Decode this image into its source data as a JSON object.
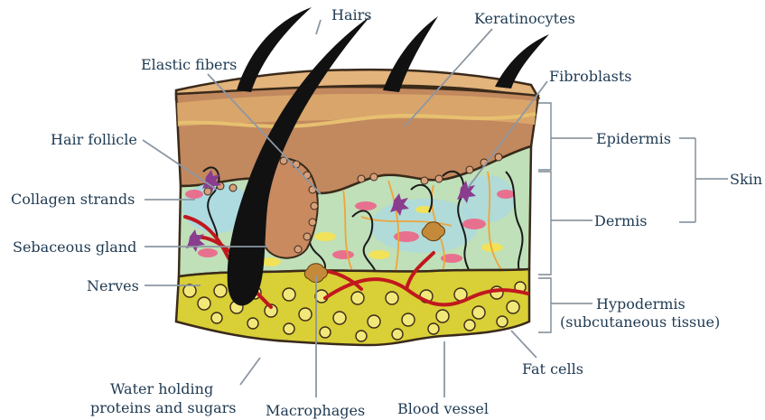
{
  "diagram": {
    "labels": {
      "hairs": "Hairs",
      "keratinocytes": "Keratinocytes",
      "elastic_fibers": "Elastic fibers",
      "fibroblasts": "Fibroblasts",
      "hair_follicle": "Hair follicle",
      "collagen_strands": "Collagen strands",
      "sebaceous_gland": "Sebaceous gland",
      "nerves": "Nerves",
      "water_holding_line1": "Water holding",
      "water_holding_line2": "proteins and sugars",
      "macrophages": "Macrophages",
      "blood_vessel": "Blood vessel",
      "fat_cells": "Fat cells",
      "epidermis": "Epidermis",
      "dermis": "Dermis",
      "hypodermis_line1": "Hypodermis",
      "hypodermis_line2": "(subcutaneous tissue)",
      "skin": "Skin"
    },
    "colors": {
      "epidermis_top": "#d9a56a",
      "epidermis_band": "#c98a52",
      "epidermis_lower": "#b57a5a",
      "dermis": "#b9dfc0",
      "dermis_blue": "#a9d9e6",
      "hypodermis": "#d9d23a",
      "blood_vessel": "#c0181e",
      "collagen_pink": "#e8708f",
      "fat_yellow": "#f1e25a",
      "hair": "#1a1a1a",
      "nerve_orange": "#f0a43a",
      "fibroblast_purple": "#8a3c8f"
    }
  }
}
